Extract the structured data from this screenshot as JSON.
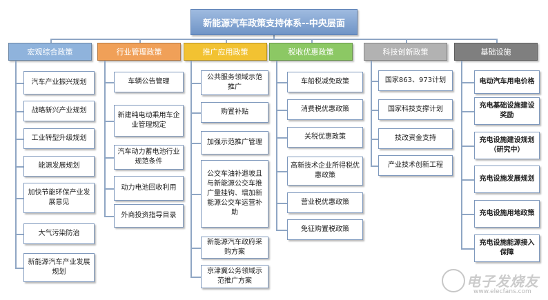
{
  "title": "新能源汽车政策支持体系--中央层面",
  "categories": [
    {
      "name": "宏观综合政策",
      "color": "#8fb3dc",
      "text_color": "#ffffff",
      "items": [
        "汽车产业振兴规划",
        "战略新兴产业规划",
        "工业转型升级规划",
        "能源发展规划",
        "加快节能环保产业发展意见",
        "大气污染防治",
        "新能源汽车产业发展规划"
      ]
    },
    {
      "name": "行业管理政策",
      "color": "#f0a058",
      "text_color": "#ffffff",
      "items": [
        "车辆公告管理",
        "新建纯电动乘用车企业管理规定",
        "汽车动力蓄电池行业规范条件",
        "动力电池回收利用",
        "外商投资指导目录"
      ]
    },
    {
      "name": "推广应用政策",
      "color": "#f2c232",
      "text_color": "#ffffff",
      "items": [
        "公共服务领域示范推广",
        "购置补贴",
        "加强示范推广管理",
        "公交车油补退坡且与新能源公交车推广量挂钩、增加新能源公交车运营补助",
        "新能源汽车政府采购方案",
        "京津冀公务领域示范推广方案"
      ]
    },
    {
      "name": "税收优惠政策",
      "color": "#8cc864",
      "text_color": "#ffffff",
      "items": [
        "车船税减免政策",
        "消费税优惠政策",
        "关税优惠政策",
        "高新技术企业所得税优惠政策",
        "营业税优惠政策",
        "免征购置税政策"
      ]
    },
    {
      "name": "科技创新政策",
      "color": "#b2b2b2",
      "text_color": "#ffffff",
      "items": [
        "国家863、973计划",
        "国家科技支撑计划",
        "技改资金支持",
        "产业技术创新工程"
      ]
    },
    {
      "name": "基础设施",
      "color": "#7f7f7f",
      "text_color": "#ffffff",
      "items": [
        "电动汽车用电价格",
        "充电基础设施建设奖励",
        "充电设施建设规划（研究中）",
        "充电设施发展规划",
        "充电设施用地政策",
        "充电设施能源接入保障"
      ]
    }
  ],
  "watermark": {
    "text": "电子发烧友",
    "url": "www.elecfans.com"
  }
}
